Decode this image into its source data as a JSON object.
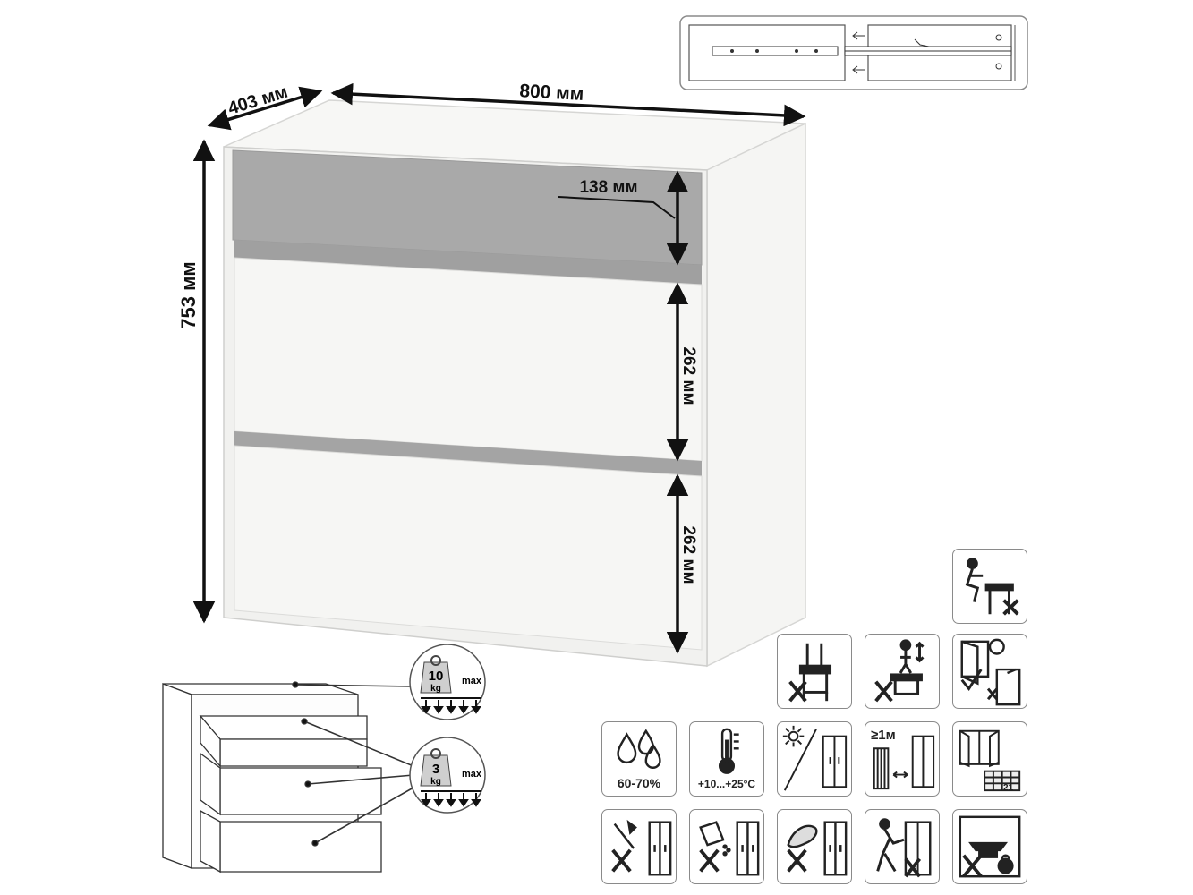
{
  "dimensions": {
    "width": "800 мм",
    "depth": "403 мм",
    "height": "753 мм",
    "drawer_top": "138 мм",
    "drawer_middle": "262 мм",
    "drawer_bottom": "262 мм"
  },
  "load_limits": {
    "top": {
      "value": "10",
      "unit": "kg",
      "max": "max"
    },
    "drawer": {
      "value": "3",
      "unit": "kg",
      "max": "max"
    }
  },
  "care_icons": {
    "humidity_label": "60-70%",
    "temperature_label": "+10...+25°C",
    "distance_label": "≥1м",
    "grid_number": "21"
  },
  "colors": {
    "cabinet_body": "#f4f4f2",
    "top_drawer": "#a9a9a9",
    "cabinet_edge": "#d2d2d0",
    "dimension_ink": "#111111",
    "icon_border": "#8a8a8a"
  },
  "icons": [
    "no-sitting-on-top-icon",
    "no-standing-on-chair-icon",
    "no-climbing-icon",
    "door-cabinet-check-icon",
    "humidity-icon",
    "temperature-icon",
    "no-direct-sunlight-icon",
    "heater-distance-icon",
    "window-grid-icon",
    "no-sharp-tools-icon",
    "no-wet-cleaning-icon",
    "no-abrasive-icon",
    "no-pushing-icon",
    "no-heavy-load-icon"
  ]
}
